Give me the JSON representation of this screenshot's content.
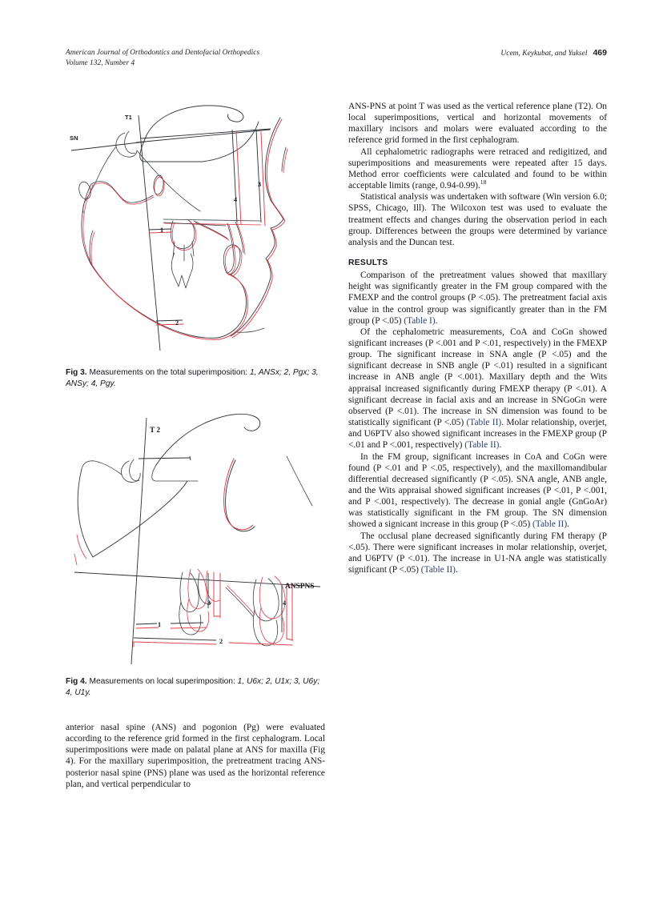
{
  "running_head": {
    "journal": "American Journal of Orthodontics and Dentofacial Orthopedics",
    "volume_line": "Volume 132, Number 4",
    "authors": "Ucem, Keykubat, and Yuksel",
    "page_number": "469"
  },
  "figures": {
    "fig3": {
      "caption_label": "Fig 3.",
      "caption_text": "Measurements on the total superimposition:",
      "caption_items": "1, ANSx; 2, Pgx; 3, ANSy; 4, Pgy.",
      "labels": {
        "t1": "T1",
        "sn": "SN",
        "n1": "1",
        "n2": "2",
        "n3": "3",
        "n4": "4"
      }
    },
    "fig4": {
      "caption_label": "Fig 4.",
      "caption_text": "Measurements on local superimposition:",
      "caption_items": "1, U6x; 2, U1x; 3, U6y; 4, U1y.",
      "labels": {
        "t2": "T 2",
        "anspns": "ANSPNS",
        "n1": "1",
        "n2": "2",
        "n3": "3",
        "n4": "4"
      }
    }
  },
  "left_column": {
    "paragraph_bottom": "anterior nasal spine (ANS) and pogonion (Pg) were evaluated according to the reference grid formed in the first cephalogram. Local superimpositions were made on palatal plane at ANS for maxilla (Fig 4). For the maxillary superimposition, the pretreatment tracing ANS-posterior nasal spine (PNS) plane was used as the horizontal reference plan, and vertical perpendicular to"
  },
  "right_column": {
    "para1": "ANS-PNS at point T was used as the vertical reference plane (T2). On local superimpositions, vertical and horizontal movements of maxillary incisors and molars were evaluated according to the reference grid formed in the first cephalogram.",
    "para2_a": "All cephalometric radiographs were retraced and redigitized, and superimpositions and measurements were repeated after 15 days. Method error coefficients were calculated and found to be within acceptable limits (range, 0.94-0.99).",
    "para2_sup": "18",
    "para3": "Statistical analysis was undertaken with software (Win version 6.0; SPSS, Chicago, Ill). The Wilcoxon test was used to evaluate the treatment effects and changes during the observation period in each group. Differences between the groups were determined by variance analysis and the Duncan test.",
    "results_heading": "RESULTS",
    "results_p1_a": "Comparison of the pretreatment values showed that maxillary height was significantly greater in the FM group compared with the FMEXP and the control groups (P <.05). The pretreatment facial axis value in the control group was significantly greater than in the FM group (P <.05) ",
    "results_p1_ref": "(Table I)",
    "results_p1_b": ".",
    "results_p2_a": "Of the cephalometric measurements, CoA and CoGn showed significant increases (P <.001 and P <.01, respectively) in the FMEXP group. The significant increase in SNA angle (P <.05) and the significant decrease in SNB angle (P <.01) resulted in a significant increase in ANB angle (P <.001). Maxillary depth and the Wits appraisal increased significantly during FMEXP therapy (P <.01). A significant decrease in facial axis and an increase in SNGoGn were observed (P <.01). The increase in SN dimension was found to be statistically significant (P <.05) ",
    "results_p2_ref1": "(Table II)",
    "results_p2_b": ". Molar relationship, overjet, and U6PTV also showed significant increases in the FMEXP group (P <.01 and P <.001, respectively) ",
    "results_p2_ref2": "(Table II)",
    "results_p2_c": ".",
    "results_p3_a": "In the FM group, significant increases in CoA and CoGn were found (P <.01 and P <.05, respectively), and the maxillomandibular differential decreased significantly (P <.05). SNA angle, ANB angle, and the Wits appraisal showed significant increases (P <.01, P <.001, and P <.001, respectively). The decrease in gonial angle (GnGoAr) was statistically significant in the FM group. The SN dimension showed a signicant increase in this group (P <.05) ",
    "results_p3_ref": "(Table II)",
    "results_p3_b": ".",
    "results_p4_a": "The occlusal plane decreased significantly during FM therapy (P <.05). There were significant increases in molar relationship, overjet, and U6PTV (P <.01). The increase in U1-NA angle was statistically significant (P <.05) ",
    "results_p4_ref": "(Table II)",
    "results_p4_b": "."
  },
  "colors": {
    "trace_black": "#3a3d44",
    "trace_red": "#e33b47",
    "text": "#16171c",
    "table_ref": "#2b3f77"
  }
}
